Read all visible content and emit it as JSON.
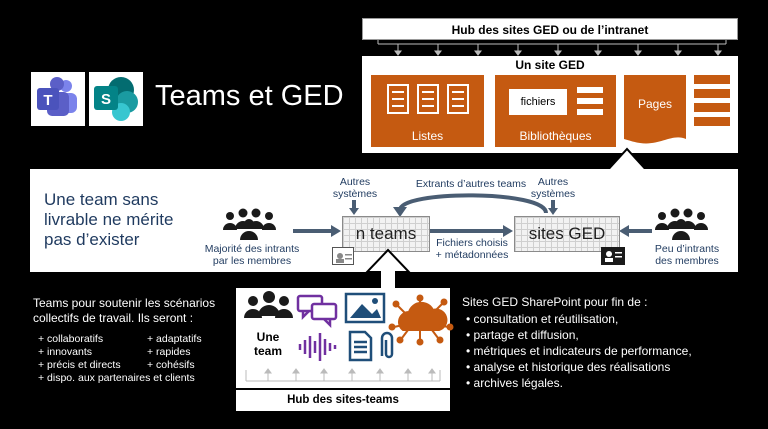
{
  "logo_title": "Teams et GED",
  "hub_gd_title": "Hub des sites GED ou de l’intranet",
  "site_ged": {
    "title": "Un site GED",
    "lists_label": "Listes",
    "files_label": "fichiers",
    "libraries_label": "Bibliothèques",
    "pages_label": "Pages"
  },
  "band": {
    "headline": [
      "Une team sans",
      "livrable ne mérite",
      "pas d’exister"
    ],
    "left_caption": [
      "Majorité des intrants",
      "par les membres"
    ],
    "other_systems_left": [
      "Autres",
      "systèmes"
    ],
    "n_teams": "n teams",
    "extrants": "Extrants d’autres teams",
    "files_chosen": [
      "Fichiers choisis",
      "+ métadonnées"
    ],
    "other_systems_right": [
      "Autres",
      "systèmes"
    ],
    "sites_ged": "sites GED",
    "right_caption": [
      "Peu d’intrants",
      "des membres"
    ]
  },
  "bottom": {
    "team_label": [
      "Une",
      "team"
    ],
    "hub_teams": "Hub des sites-teams"
  },
  "left_block": {
    "intro": [
      "Teams pour soutenir les scénarios",
      "collectifs de travail. Ils seront :"
    ],
    "col1": [
      "+ collaboratifs",
      "+ innovants",
      "+ précis et directs"
    ],
    "col2": [
      "+ adaptatifs",
      "+ rapides",
      "+ cohésifs"
    ],
    "last": "+ dispo. aux partenaires et clients"
  },
  "right_block": {
    "intro": "Sites GED SharePoint pour fin de :",
    "items": [
      "consultation et réutilisation,",
      "partage et diffusion,",
      "métriques et indicateurs de performance,",
      "analyse et historique des réalisations",
      "archives légales."
    ]
  },
  "colors": {
    "accent_orange": "#c55a11",
    "band_text": "#1f3a5f",
    "teams_purple": "#5b5fc7",
    "sharepoint_teal": "#038387",
    "icon_blue": "#1f4e79"
  }
}
